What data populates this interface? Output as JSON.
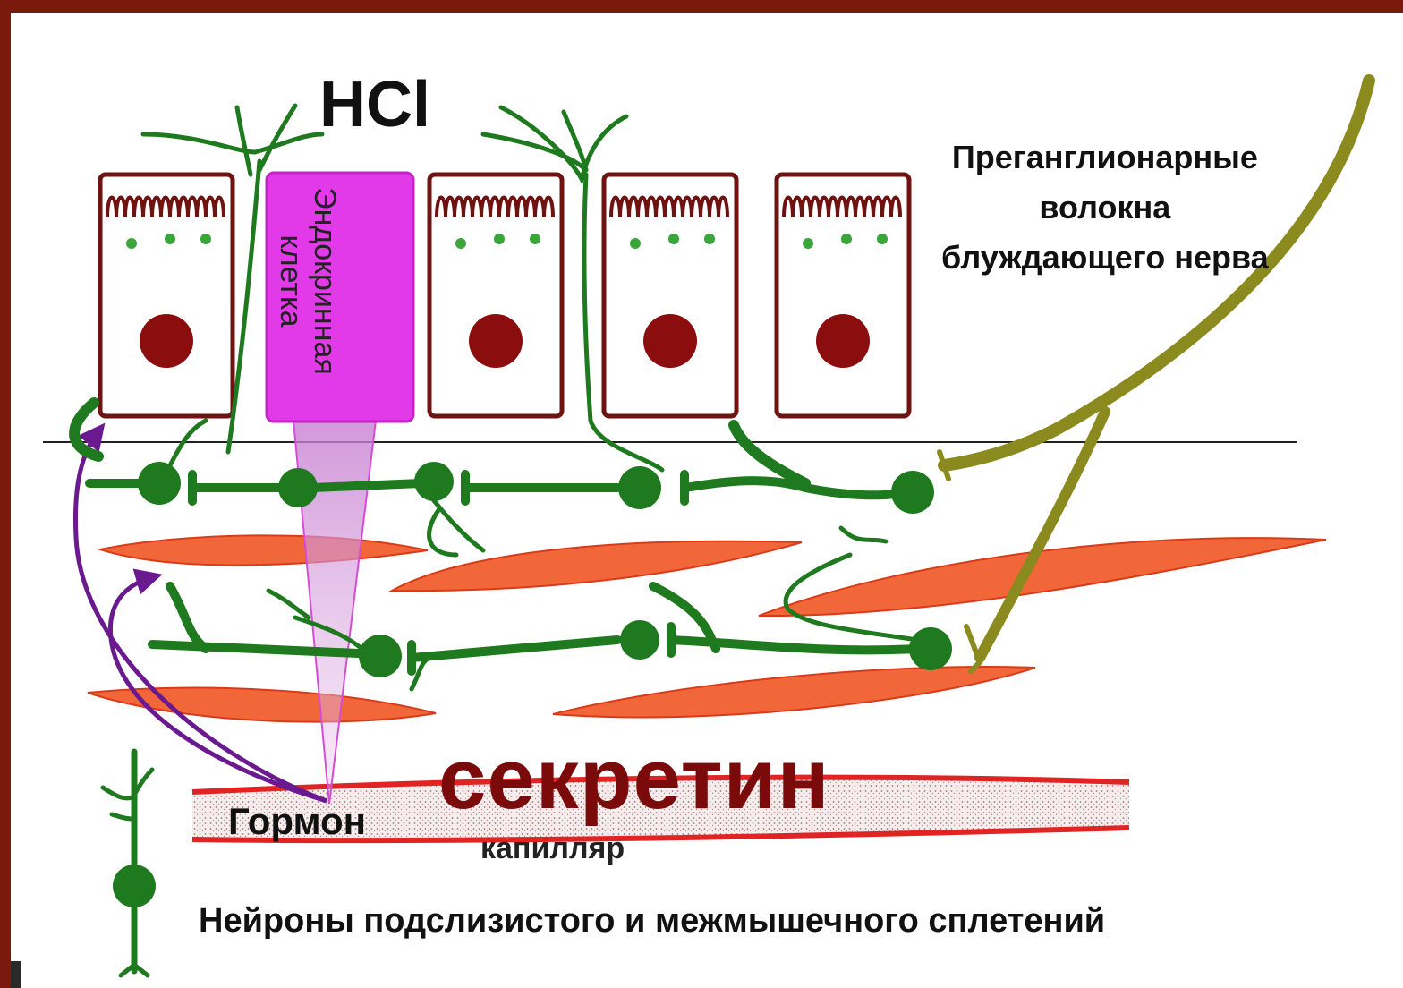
{
  "labels": {
    "hcl": "HCl",
    "vagus_line1": "Преганглионарные",
    "vagus_line2": "волокна",
    "vagus_line3": "блуждающего нерва",
    "endocrine_line1": "Эндокринная",
    "endocrine_line2": "клетка",
    "secretin": "секретин",
    "hormone": "Гормон",
    "capillary": "капилляр",
    "neurons": "Нейроны подслизистого и межмышечного сплетений"
  },
  "colors": {
    "frame": "#7a1a0e",
    "epithelial_outline": "#6e1212",
    "nucleus": "#8b0d0d",
    "endocrine_cell": "#e23ae8",
    "neuron": "#1f7a1f",
    "vagus_fiber": "#8a8a1e",
    "smooth_muscle": "#f2673a",
    "capillary_wall": "#e02424",
    "hormone_arrow": "#6a1a8e"
  }
}
